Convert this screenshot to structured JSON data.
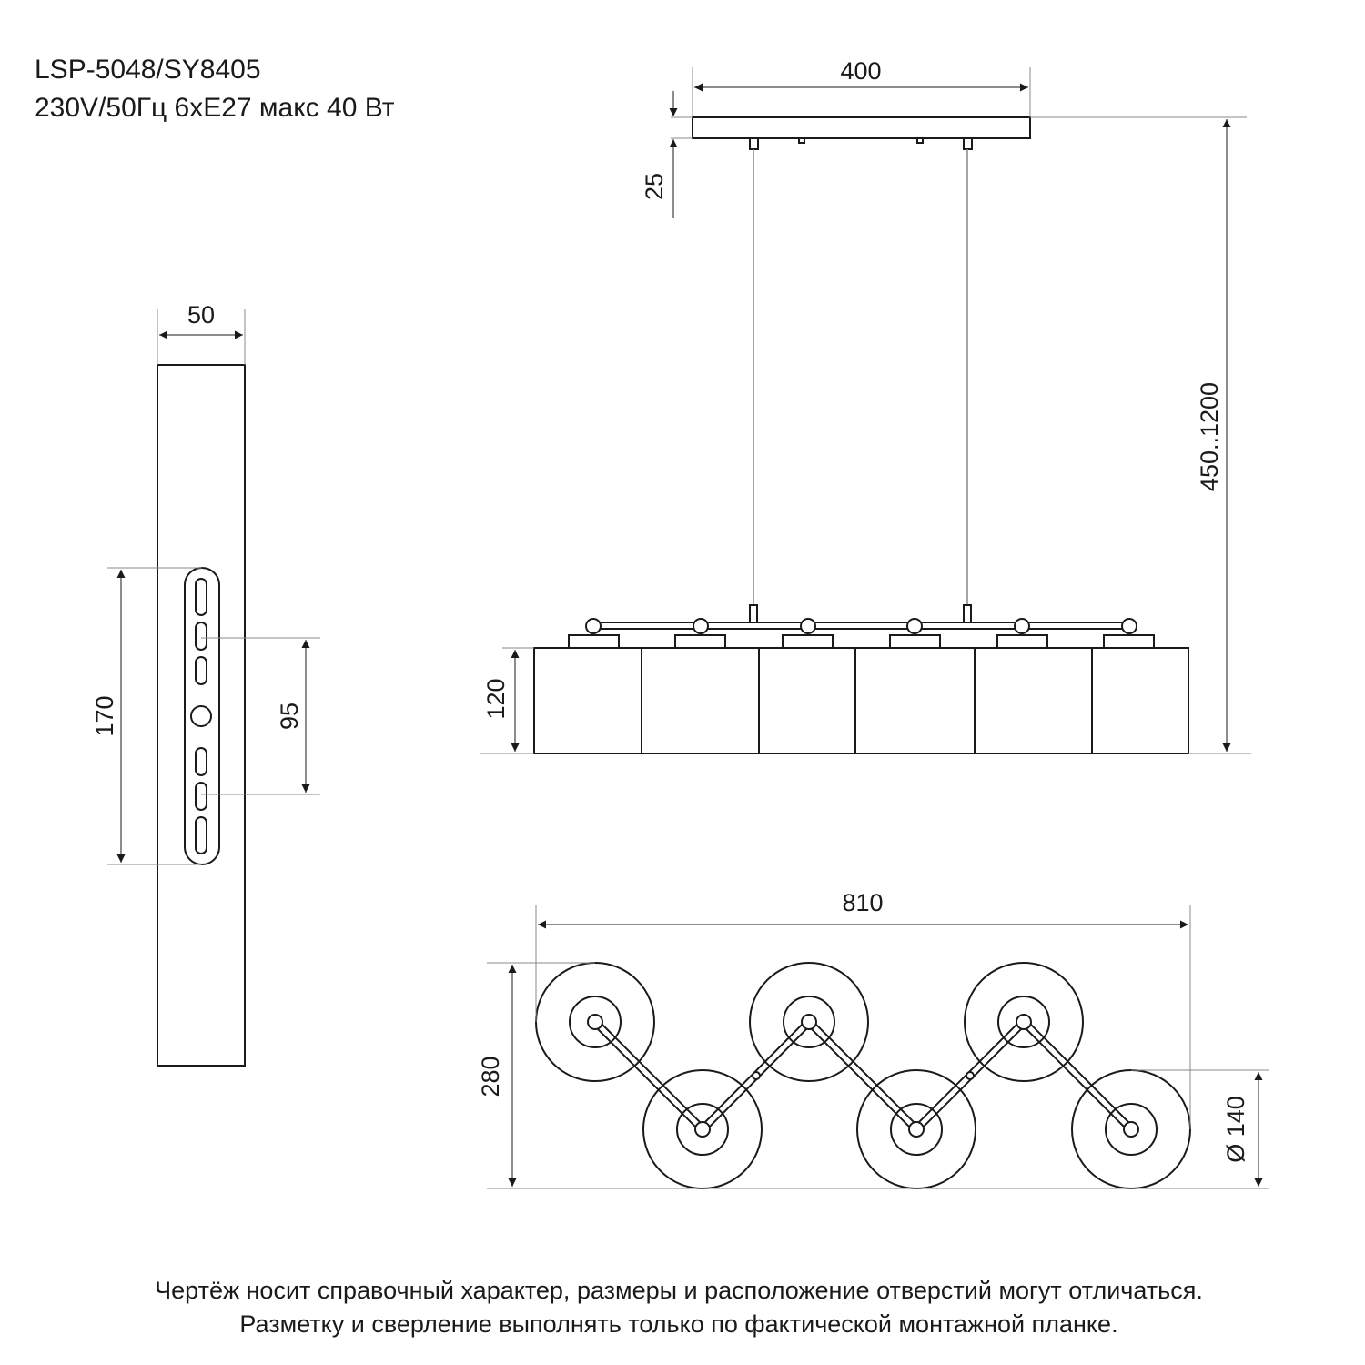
{
  "header": {
    "model": "LSP-5048/SY8405",
    "spec": "230V/50Гц 6хE27 макс 40 Вт"
  },
  "dimensions": {
    "canopy_width": "400",
    "canopy_height": "25",
    "suspension_height": "450..1200",
    "shade_height": "120",
    "plate_width": "50",
    "plate_slot_span": "170",
    "plate_hole_spacing": "95",
    "overall_length": "810",
    "overall_depth": "280",
    "shade_diameter": "Ø 140"
  },
  "footer": {
    "line1": "Чертёж носит справочный характер, размеры и расположение отверстий могут отличаться.",
    "line2": "Разметку и сверление выполнять только по фактической монтажной планке."
  },
  "colors": {
    "line": "#1a1a1a",
    "dim": "#888888"
  }
}
